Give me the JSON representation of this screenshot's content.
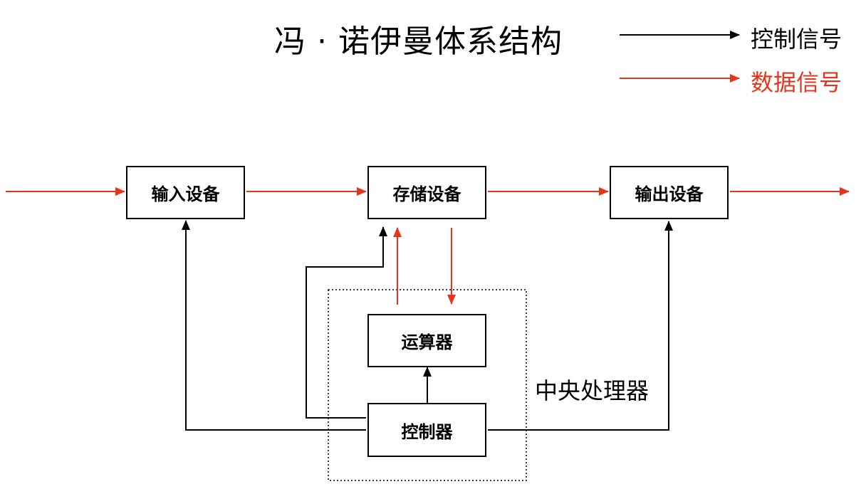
{
  "title": "冯 · 诺伊曼体系结构",
  "legend": {
    "control_label": "控制信号",
    "data_label": "数据信号",
    "control_color": "#000000",
    "data_color": "#e8341c"
  },
  "nodes": {
    "input": "输入设备",
    "storage": "存储设备",
    "output": "输出设备",
    "alu": "运算器",
    "controller": "控制器"
  },
  "cpu_group_label": "中央处理器"
}
